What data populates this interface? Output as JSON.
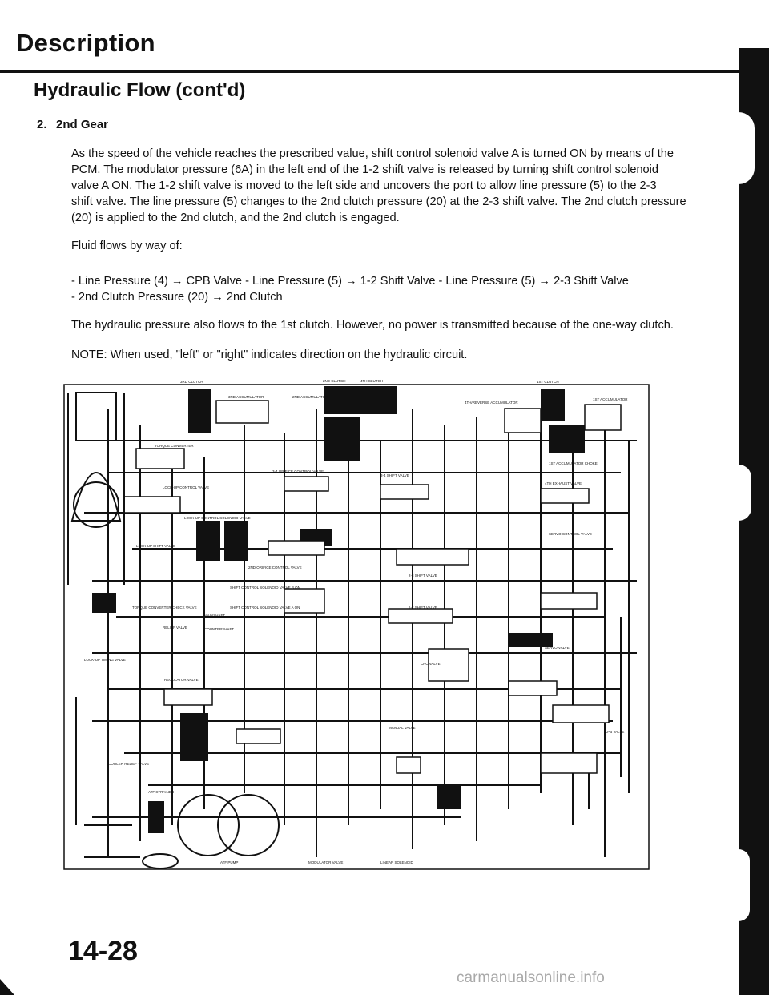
{
  "header": {
    "title": "Description",
    "subtitle": "Hydraulic Flow (cont'd)"
  },
  "section": {
    "number": "2.",
    "title": "2nd Gear"
  },
  "body": {
    "paragraph1_lines": [
      "As the speed of the vehicle reaches the prescribed value, shift control solenoid valve A is turned ON by means of the",
      "PCM. The modulator pressure (6A) in the left end of the 1-2 shift valve is released by turning shift control solenoid",
      "valve A ON. The 1-2 shift valve is moved to the left side and uncovers the port to allow line pressure (5) to the 2-3",
      "shift valve. The line pressure (5) changes to the 2nd clutch pressure (20) at the 2-3 shift valve. The 2nd clutch pressure",
      "(20) is applied to the 2nd clutch, and the 2nd clutch is engaged."
    ],
    "flow_intro": "Fluid flows by way of:",
    "flow_lines": [
      "- Line Pressure (4) → CPB Valve - Line Pressure (5) → 1-2 Shift Valve - Line Pressure (5) → 2-3 Shift Valve",
      "- 2nd Clutch Pressure (20) → 2nd Clutch"
    ],
    "paragraph3": "The hydraulic pressure also flows to the 1st clutch. However, no power is transmitted because of the one-way clutch.",
    "note": "NOTE: When used, \"left\" or \"right\" indicates direction on the hydraulic circuit."
  },
  "diagram_labels": {
    "third_clutch": "3RD CLUTCH",
    "second_clutch": "2ND CLUTCH",
    "fourth_clutch": "4TH CLUTCH",
    "first_clutch": "1ST CLUTCH",
    "third_accumulator": "3RD ACCUMULATOR",
    "second_accumulator": "2ND ACCUMULATOR",
    "fourth_reverse_accumulator": "4TH/REVERSE ACCUMULATOR",
    "first_accumulator": "1ST ACCUMULATOR",
    "first_accumulator_choke": "1ST ACCUMULATOR CHOKE",
    "torque_converter": "TORQUE CONVERTER",
    "lockup_control_valve": "LOCK-UP CONTROL VALVE",
    "lockup_control_solenoid": "LOCK-UP CONTROL SOLENOID VALVE",
    "orifice_34": "3-4 ORIFICE CONTROL VALVE",
    "shift_34": "3-4 SHIFT VALVE",
    "fourth_exhaust": "4TH EXHAUST VALVE",
    "servo_control": "SERVO CONTROL VALVE",
    "lockup_shift": "LOCK-UP SHIFT VALVE",
    "orifice_2nd": "2ND ORIFICE CONTROL VALVE",
    "shift_23": "2-3 SHIFT VALVE",
    "solenoid_b": "SHIFT CONTROL SOLENOID VALVE B ON",
    "solenoid_a": "SHIFT CONTROL SOLENOID VALVE A ON",
    "shift_12": "1-2 SHIFT VALVE",
    "tc_check": "TORQUE CONVERTER CHECK VALVE",
    "relief": "RELIEF VALVE",
    "mainshaft": "MAINSHAFT",
    "countershaft": "COUNTERSHAFT",
    "servo_valve": "SERVO VALVE",
    "lockup_timing": "LOCK-UP TIMING VALVE",
    "regulator": "REGULATOR VALVE",
    "cpc": "CPC VALVE",
    "manual": "MANUAL VALVE",
    "cpb": "CPB VALVE",
    "cooler_relief": "COOLER RELIEF VALVE",
    "strainer": "ATF STRAINER",
    "atf_pump": "ATF PUMP",
    "modulator": "MODULATOR VALVE",
    "linear_solenoid": "LINEAR SOLENOID"
  },
  "footer": {
    "page_number": "14-28",
    "watermark": "carmanualsonline.info"
  }
}
